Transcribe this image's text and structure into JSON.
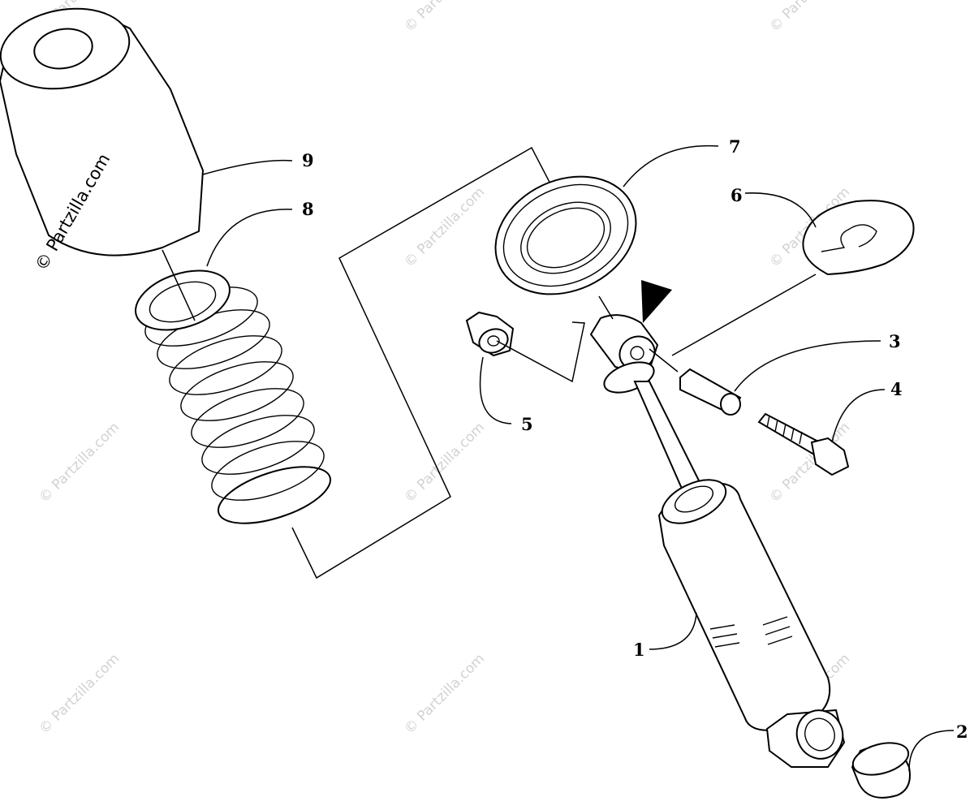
{
  "watermark": {
    "text": "© Partzilla.com",
    "main_text": "© Partzilla.com"
  },
  "callouts": [
    {
      "number": "1",
      "part": "shock-absorber"
    },
    {
      "number": "2",
      "part": "bushing"
    },
    {
      "number": "3",
      "part": "sleeve"
    },
    {
      "number": "4",
      "part": "bolt"
    },
    {
      "number": "5",
      "part": "lock-nut"
    },
    {
      "number": "6",
      "part": "spring-retainer-clip"
    },
    {
      "number": "7",
      "part": "spring-seat"
    },
    {
      "number": "8",
      "part": "coil-spring"
    },
    {
      "number": "9",
      "part": "dust-boot"
    }
  ],
  "colors": {
    "line": "#000000",
    "background": "#ffffff",
    "watermark": "#d2d2d2"
  }
}
